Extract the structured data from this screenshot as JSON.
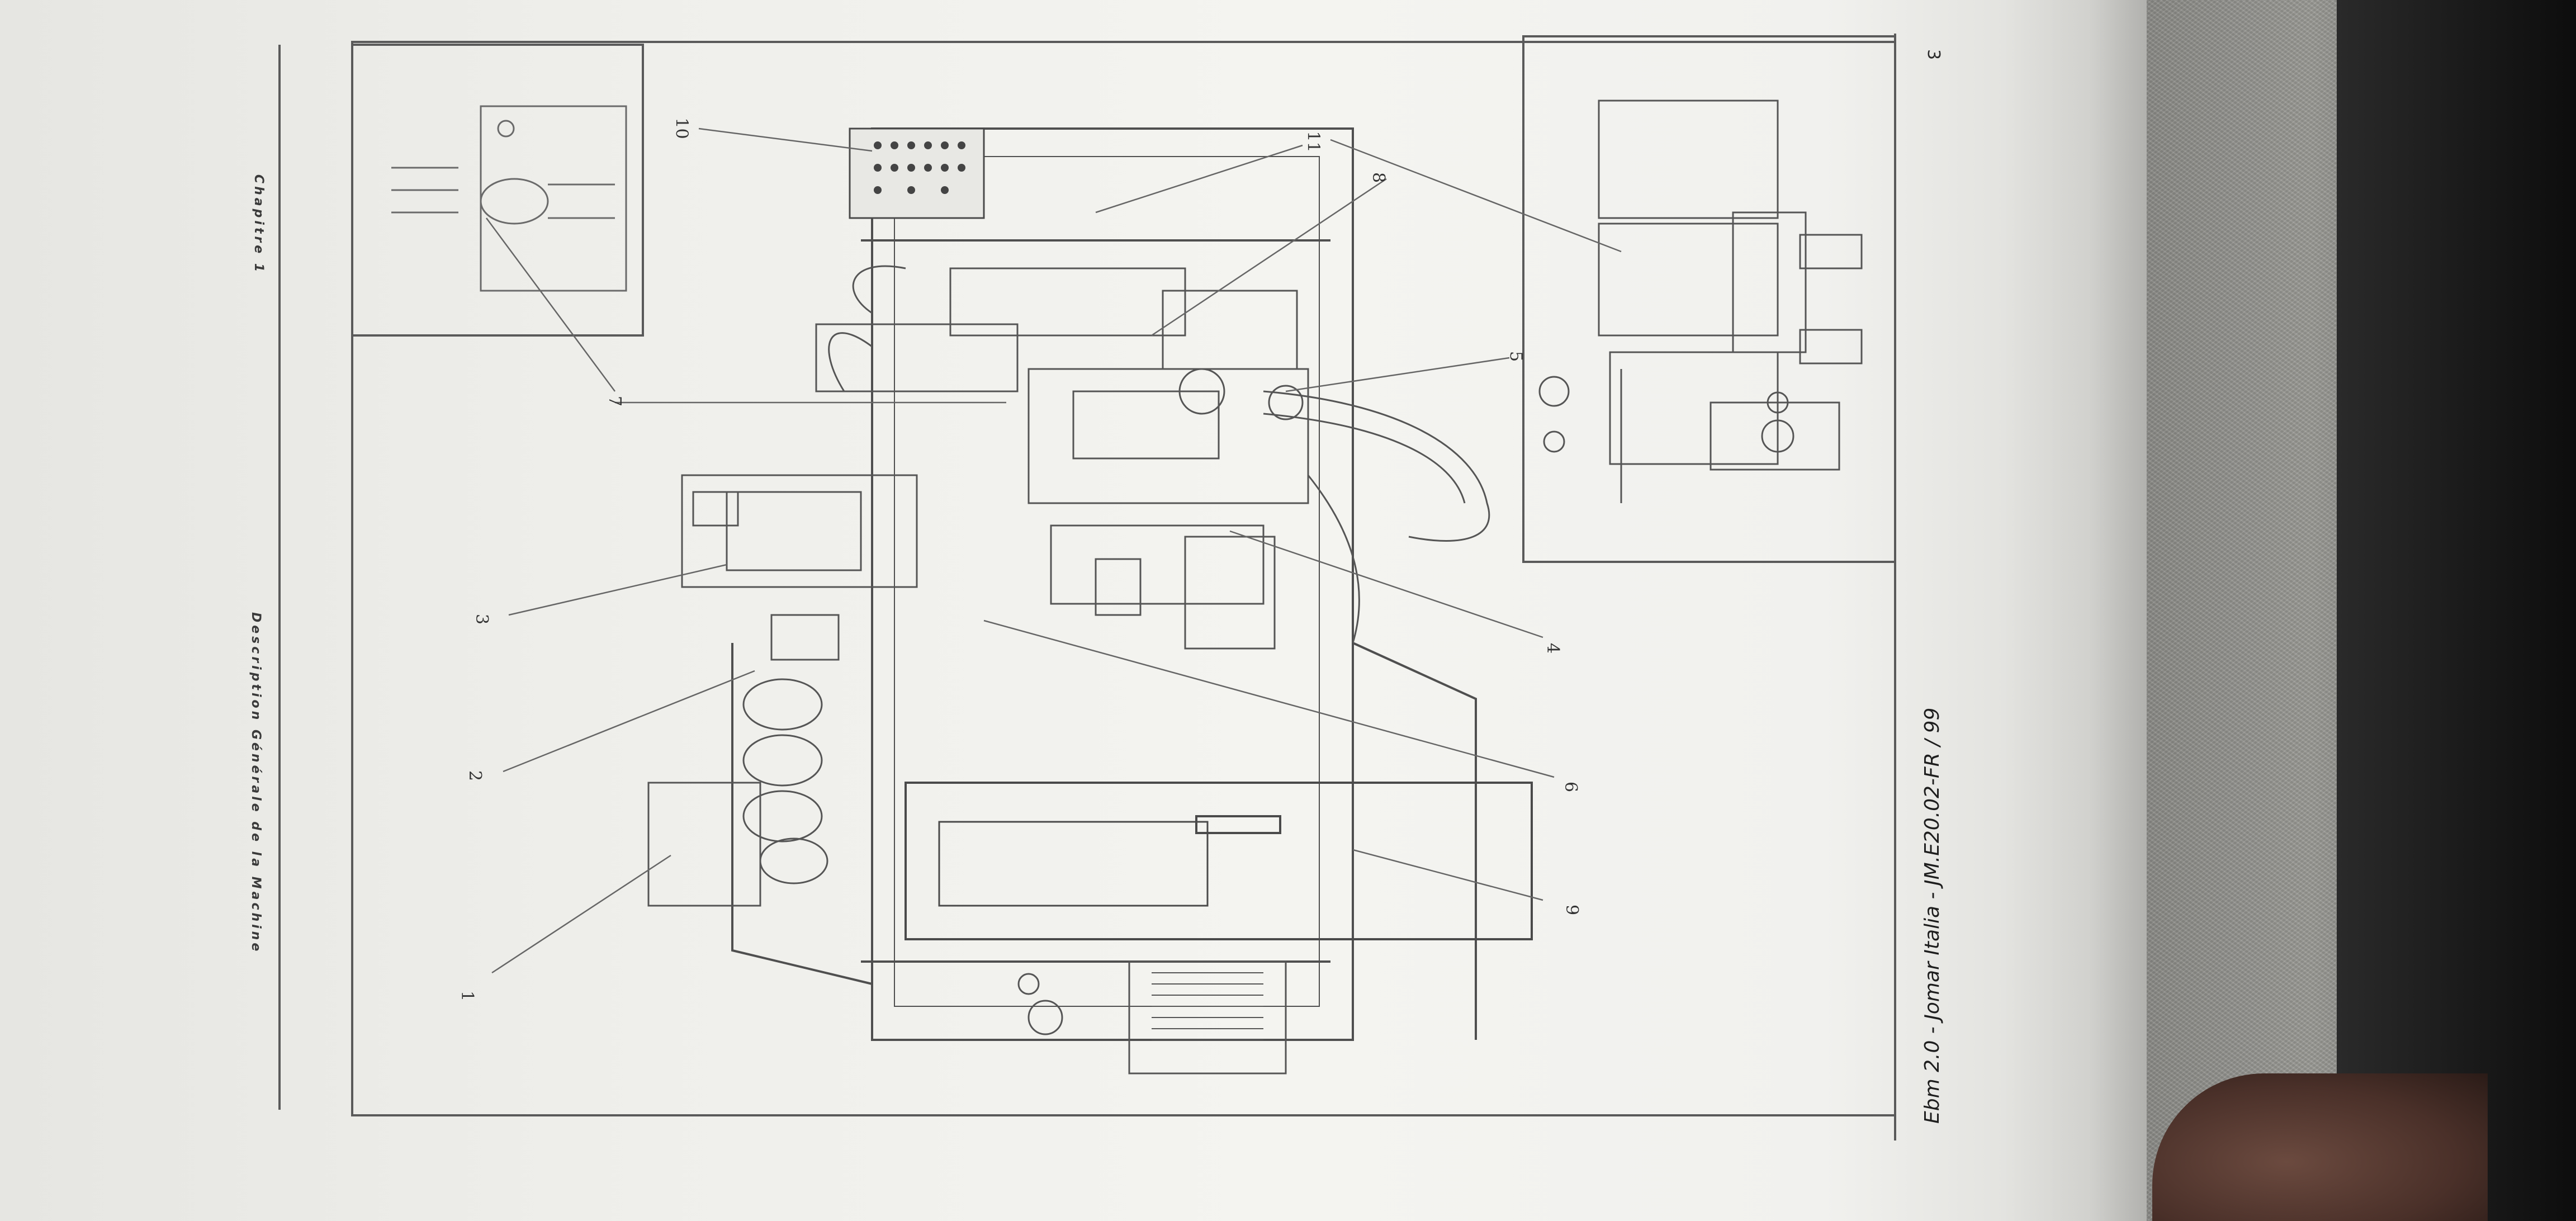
{
  "header": {
    "left_label": "Description Générale de la Machine",
    "right_label": "Chapitre 1"
  },
  "footer": {
    "reference": "Ebm 2.0 - Jomar Italia  -  JM.E20.02-FR / 99",
    "page_number": "3"
  },
  "figure": {
    "callouts": [
      "1",
      "2",
      "3",
      "4",
      "5",
      "6",
      "7",
      "8",
      "9",
      "10",
      "11"
    ]
  },
  "colors": {
    "paper": "#f1f1ee",
    "ink": "#3a3a3a",
    "background": "#1a1a1a"
  }
}
